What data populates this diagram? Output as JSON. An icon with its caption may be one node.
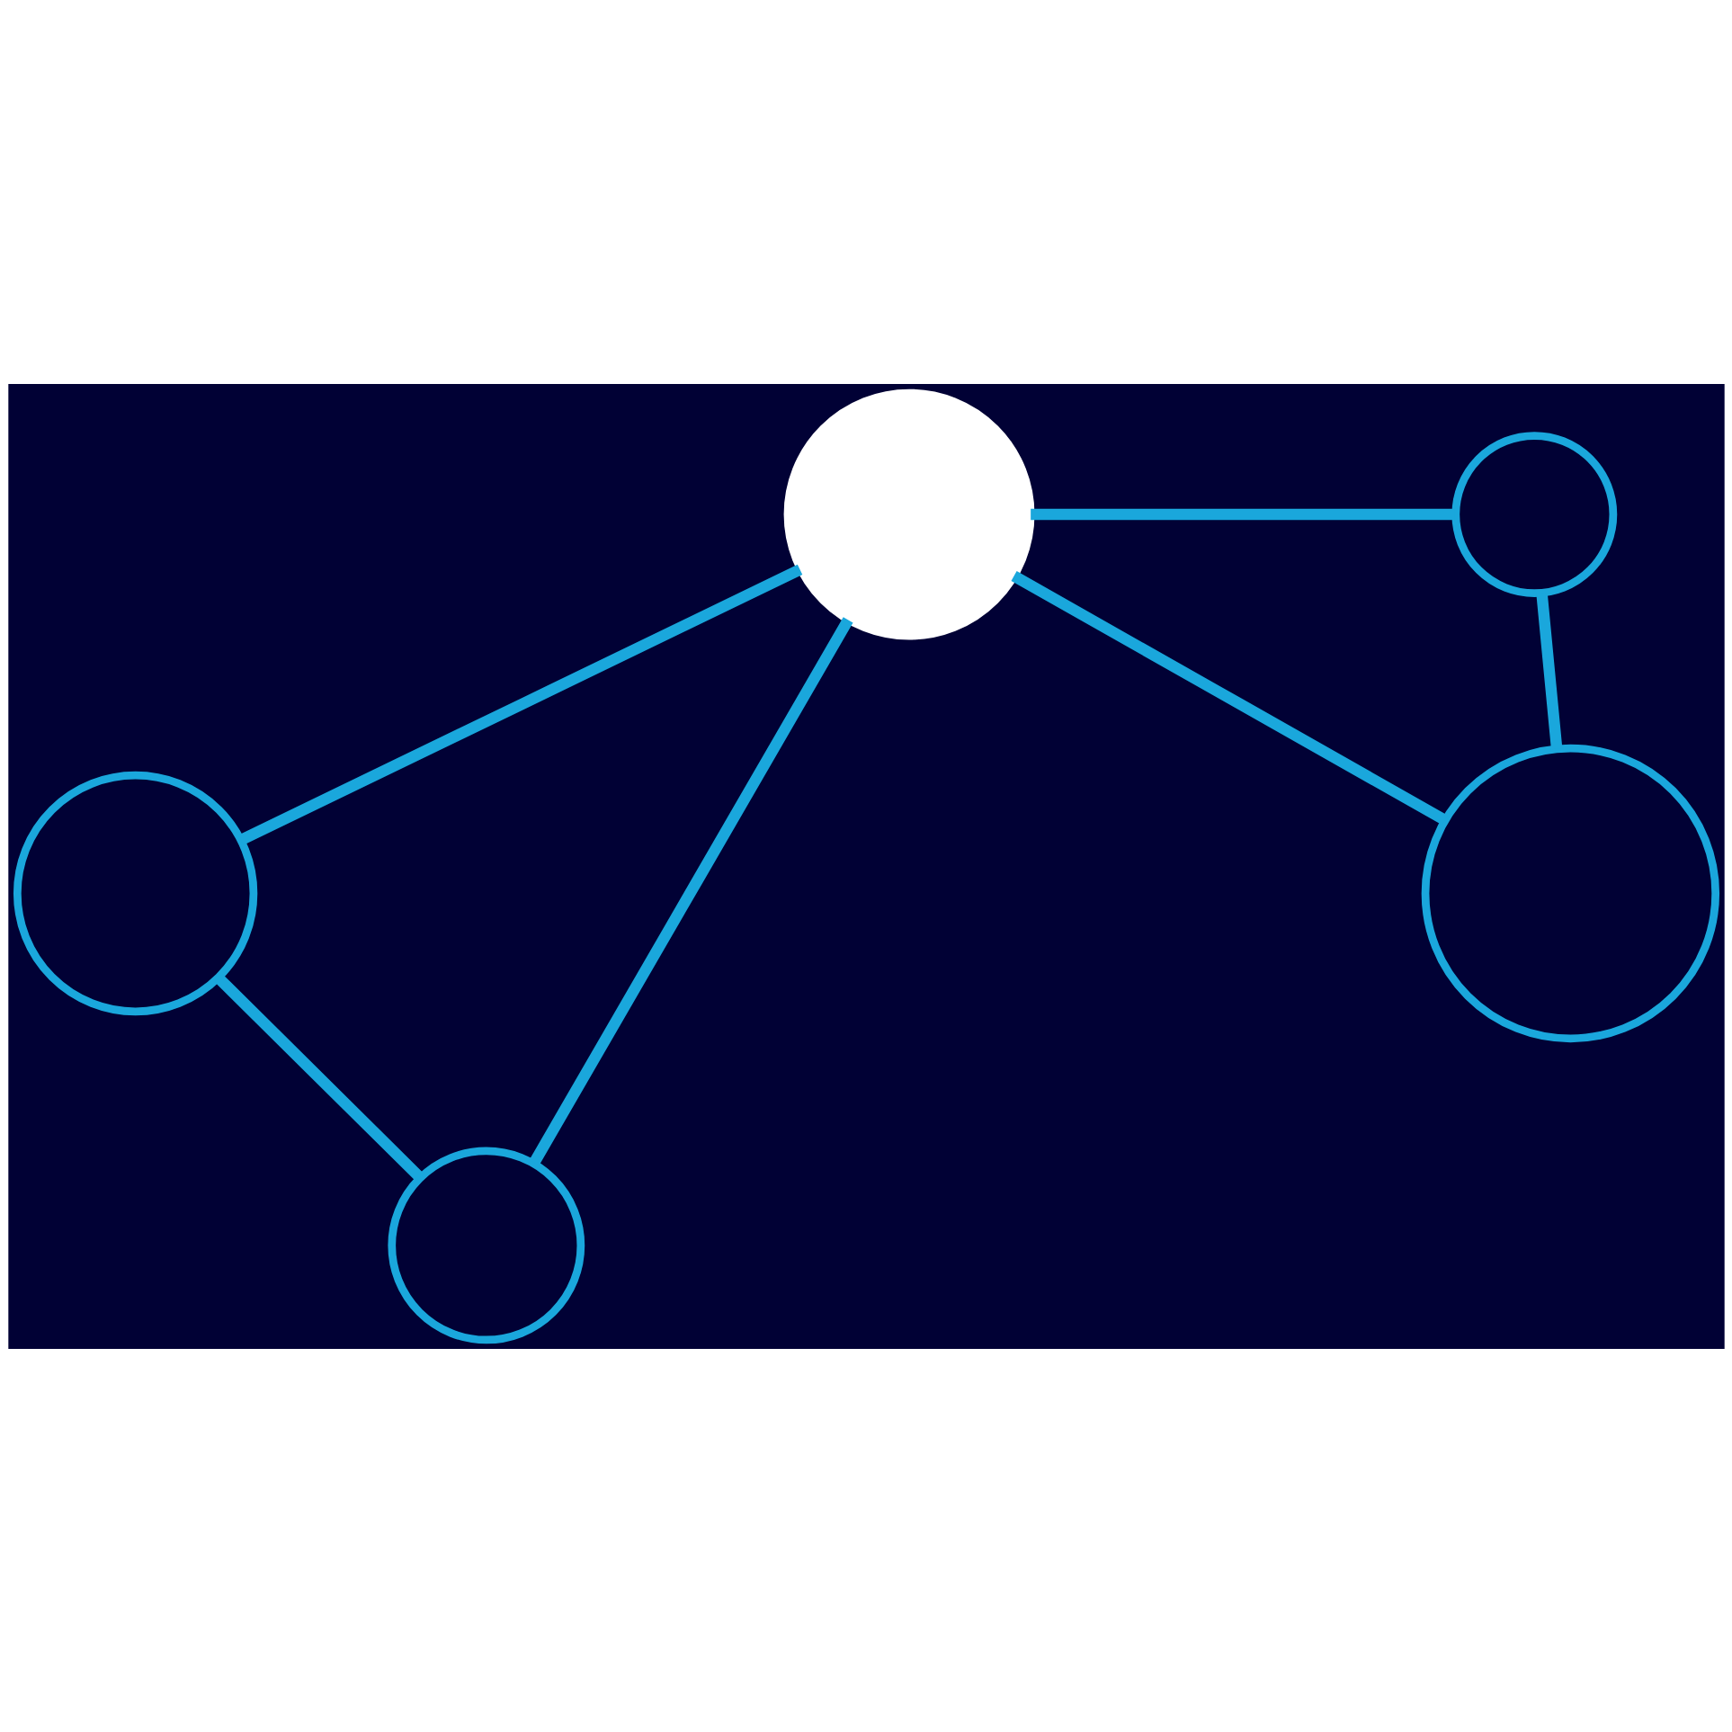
{
  "diagram": {
    "nodes": [
      {
        "text": [],
        "shape": "circle"
      },
      {
        "text": [],
        "shape": "circle"
      },
      {
        "text": [],
        "shape": "circle"
      },
      {
        "text": [],
        "shape": "circle"
      },
      {
        "text": [],
        "shape": "circle"
      }
    ],
    "edges": [
      {
        "from": 0,
        "to": 1,
        "arrow": "none"
      },
      {
        "from": 0,
        "to": 2,
        "arrow": "none"
      },
      {
        "from": 0,
        "to": 3,
        "arrow": "none"
      },
      {
        "from": 0,
        "to": 4,
        "arrow": "none"
      },
      {
        "from": 1,
        "to": 3,
        "arrow": "none"
      },
      {
        "from": 2,
        "to": 4,
        "arrow": "none"
      }
    ]
  }
}
